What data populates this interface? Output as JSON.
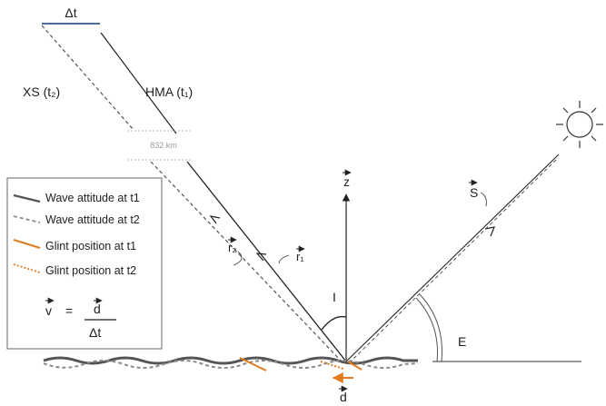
{
  "colors": {
    "wave_t1": "#555555",
    "wave_t2": "#8a8a8a",
    "glint_t1": "#e07b1f",
    "glint_t2": "#e07b1f",
    "dt_bar": "#4a6f9a",
    "ray": "#222222"
  },
  "icons": {
    "sun": "sun-icon"
  },
  "labels": {
    "dt_top": "Δt",
    "xs": "XS (t₂)",
    "hma": "HMA (t₁)",
    "distance": "832 km",
    "z": "z",
    "s": "S",
    "r1": "r₁",
    "r2": "r₂",
    "I": "I",
    "E": "E",
    "d": "d"
  },
  "legend": {
    "items": [
      {
        "label": "Wave attitude at t1",
        "style": "solid",
        "color_key": "wave_t1"
      },
      {
        "label": "Wave attitude at t2",
        "style": "dashed",
        "color_key": "wave_t2"
      },
      {
        "label": "Glint position at t1",
        "style": "solid",
        "color_key": "glint_t1"
      },
      {
        "label": "Glint position at t2",
        "style": "dotted",
        "color_key": "glint_t2"
      }
    ],
    "formula": {
      "v": "v",
      "eq": "=",
      "num": "d",
      "den": "Δt"
    }
  }
}
